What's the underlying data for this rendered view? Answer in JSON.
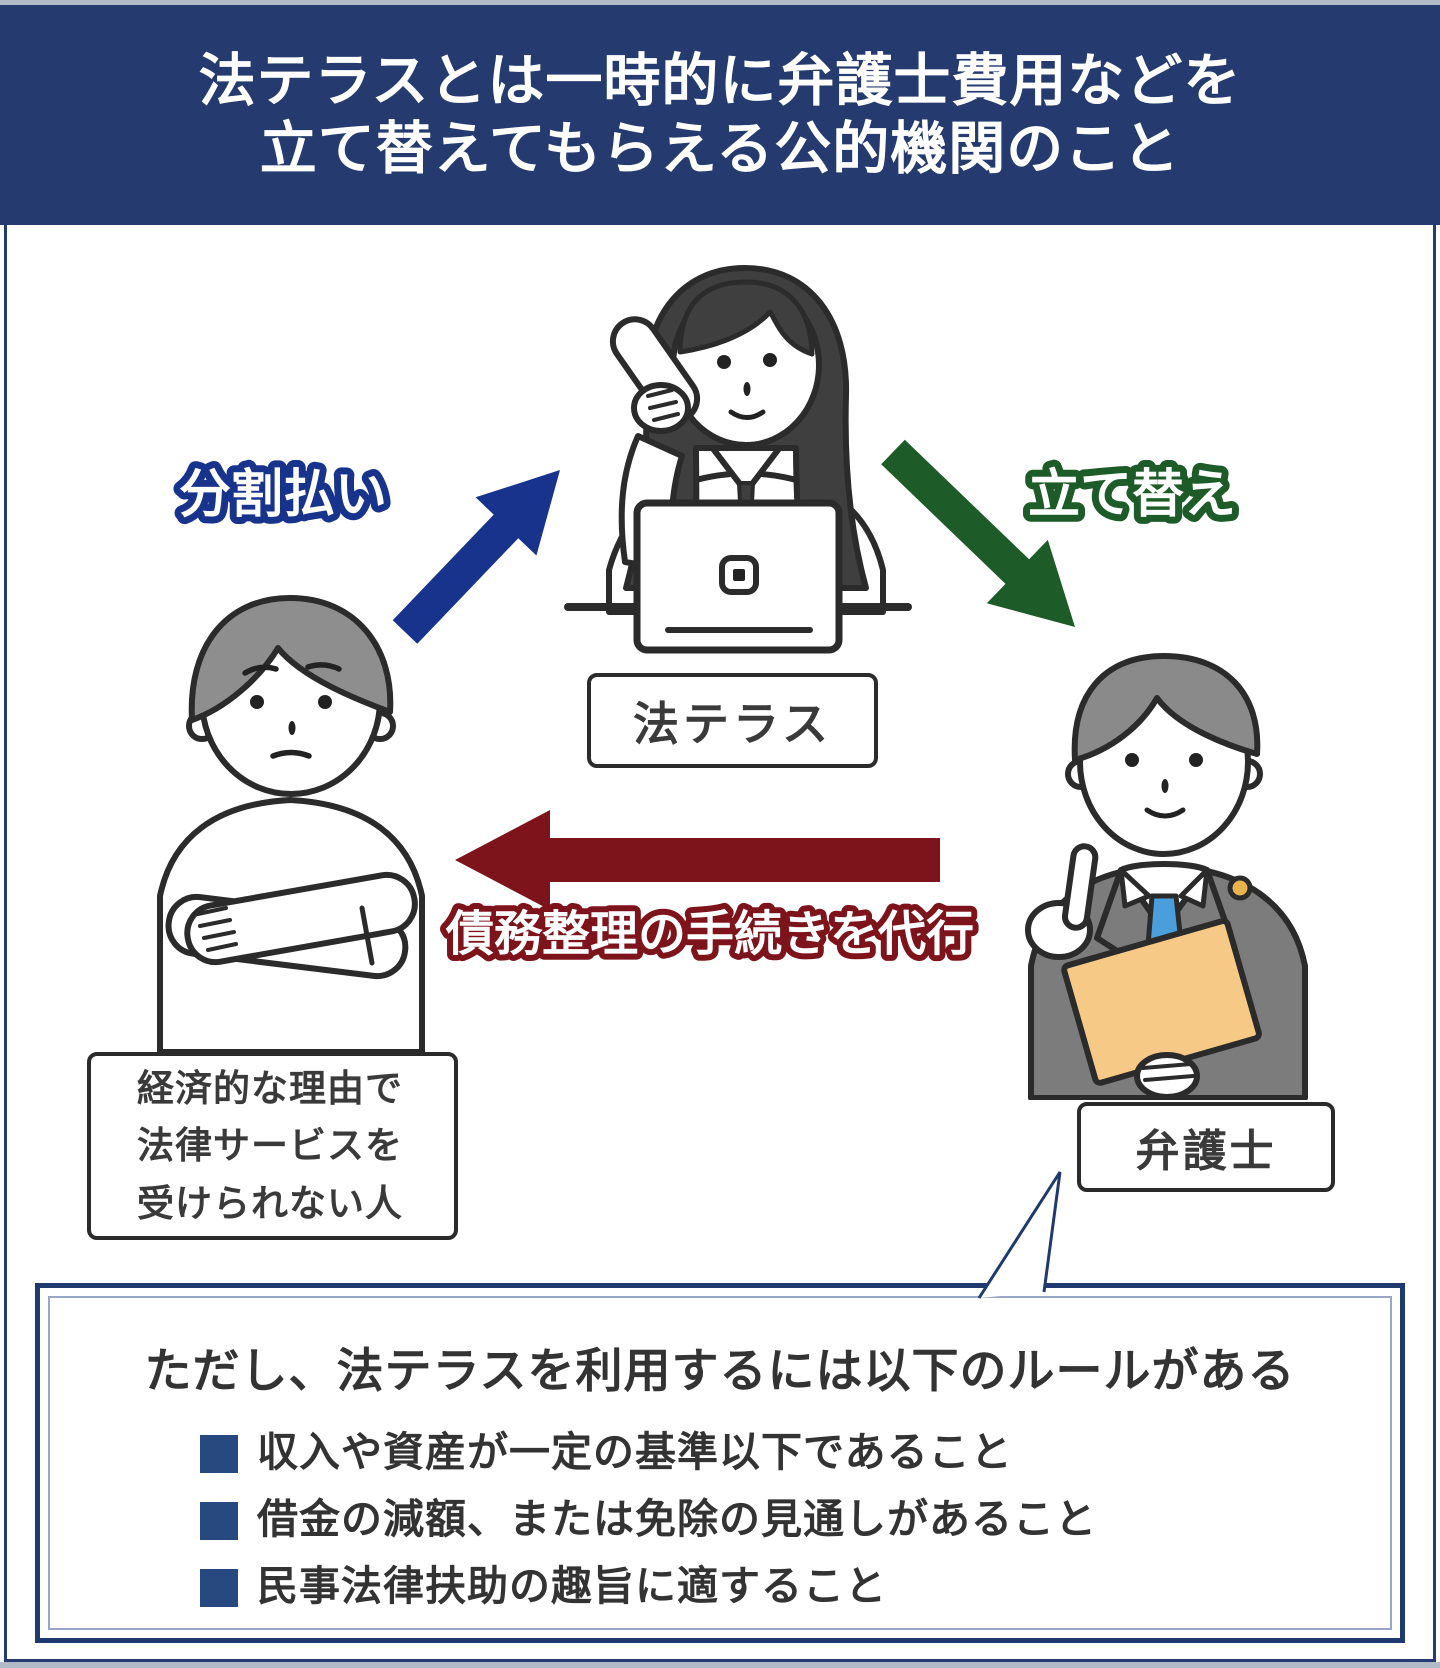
{
  "header": {
    "title_line1": "法テラスとは一時的に弁護士費用などを",
    "title_line2": "立て替えてもらえる公的機関のこと",
    "bg_color": "#253a6e",
    "text_color": "#ffffff"
  },
  "diagram": {
    "center": {
      "label": "法テラス",
      "illustration": "receptionist-woman-phone-laptop-illustration"
    },
    "left": {
      "label_line1": "経済的な理由で",
      "label_line2": "法律サービスを",
      "label_line3": "受けられない人",
      "illustration": "worried-man-crossed-arms-illustration"
    },
    "right": {
      "label": "弁護士",
      "illustration": "lawyer-pointing-folder-illustration"
    },
    "arrows": {
      "installment": {
        "label": "分割払い",
        "color": "#17338c",
        "direction": "up-right"
      },
      "advance": {
        "label": "立て替え",
        "color": "#1d5b28",
        "direction": "down-right"
      },
      "proxy": {
        "label": "債務整理の手続きを代行",
        "color": "#7d141c",
        "direction": "left"
      }
    }
  },
  "rules": {
    "title": "ただし、法テラスを利用するには以下のルールがある",
    "items": [
      "収入や資産が一定の基準以下であること",
      "借金の減額、または免除の見通しがあること",
      "民事法律扶助の趣旨に適すること"
    ],
    "bullet_color": "#27497f",
    "border_color": "#1e3a6e",
    "inner_border_color": "#9aa6c6"
  },
  "frame": {
    "strip_color": "#b2bac8",
    "panel_border_color": "#253a6e"
  }
}
